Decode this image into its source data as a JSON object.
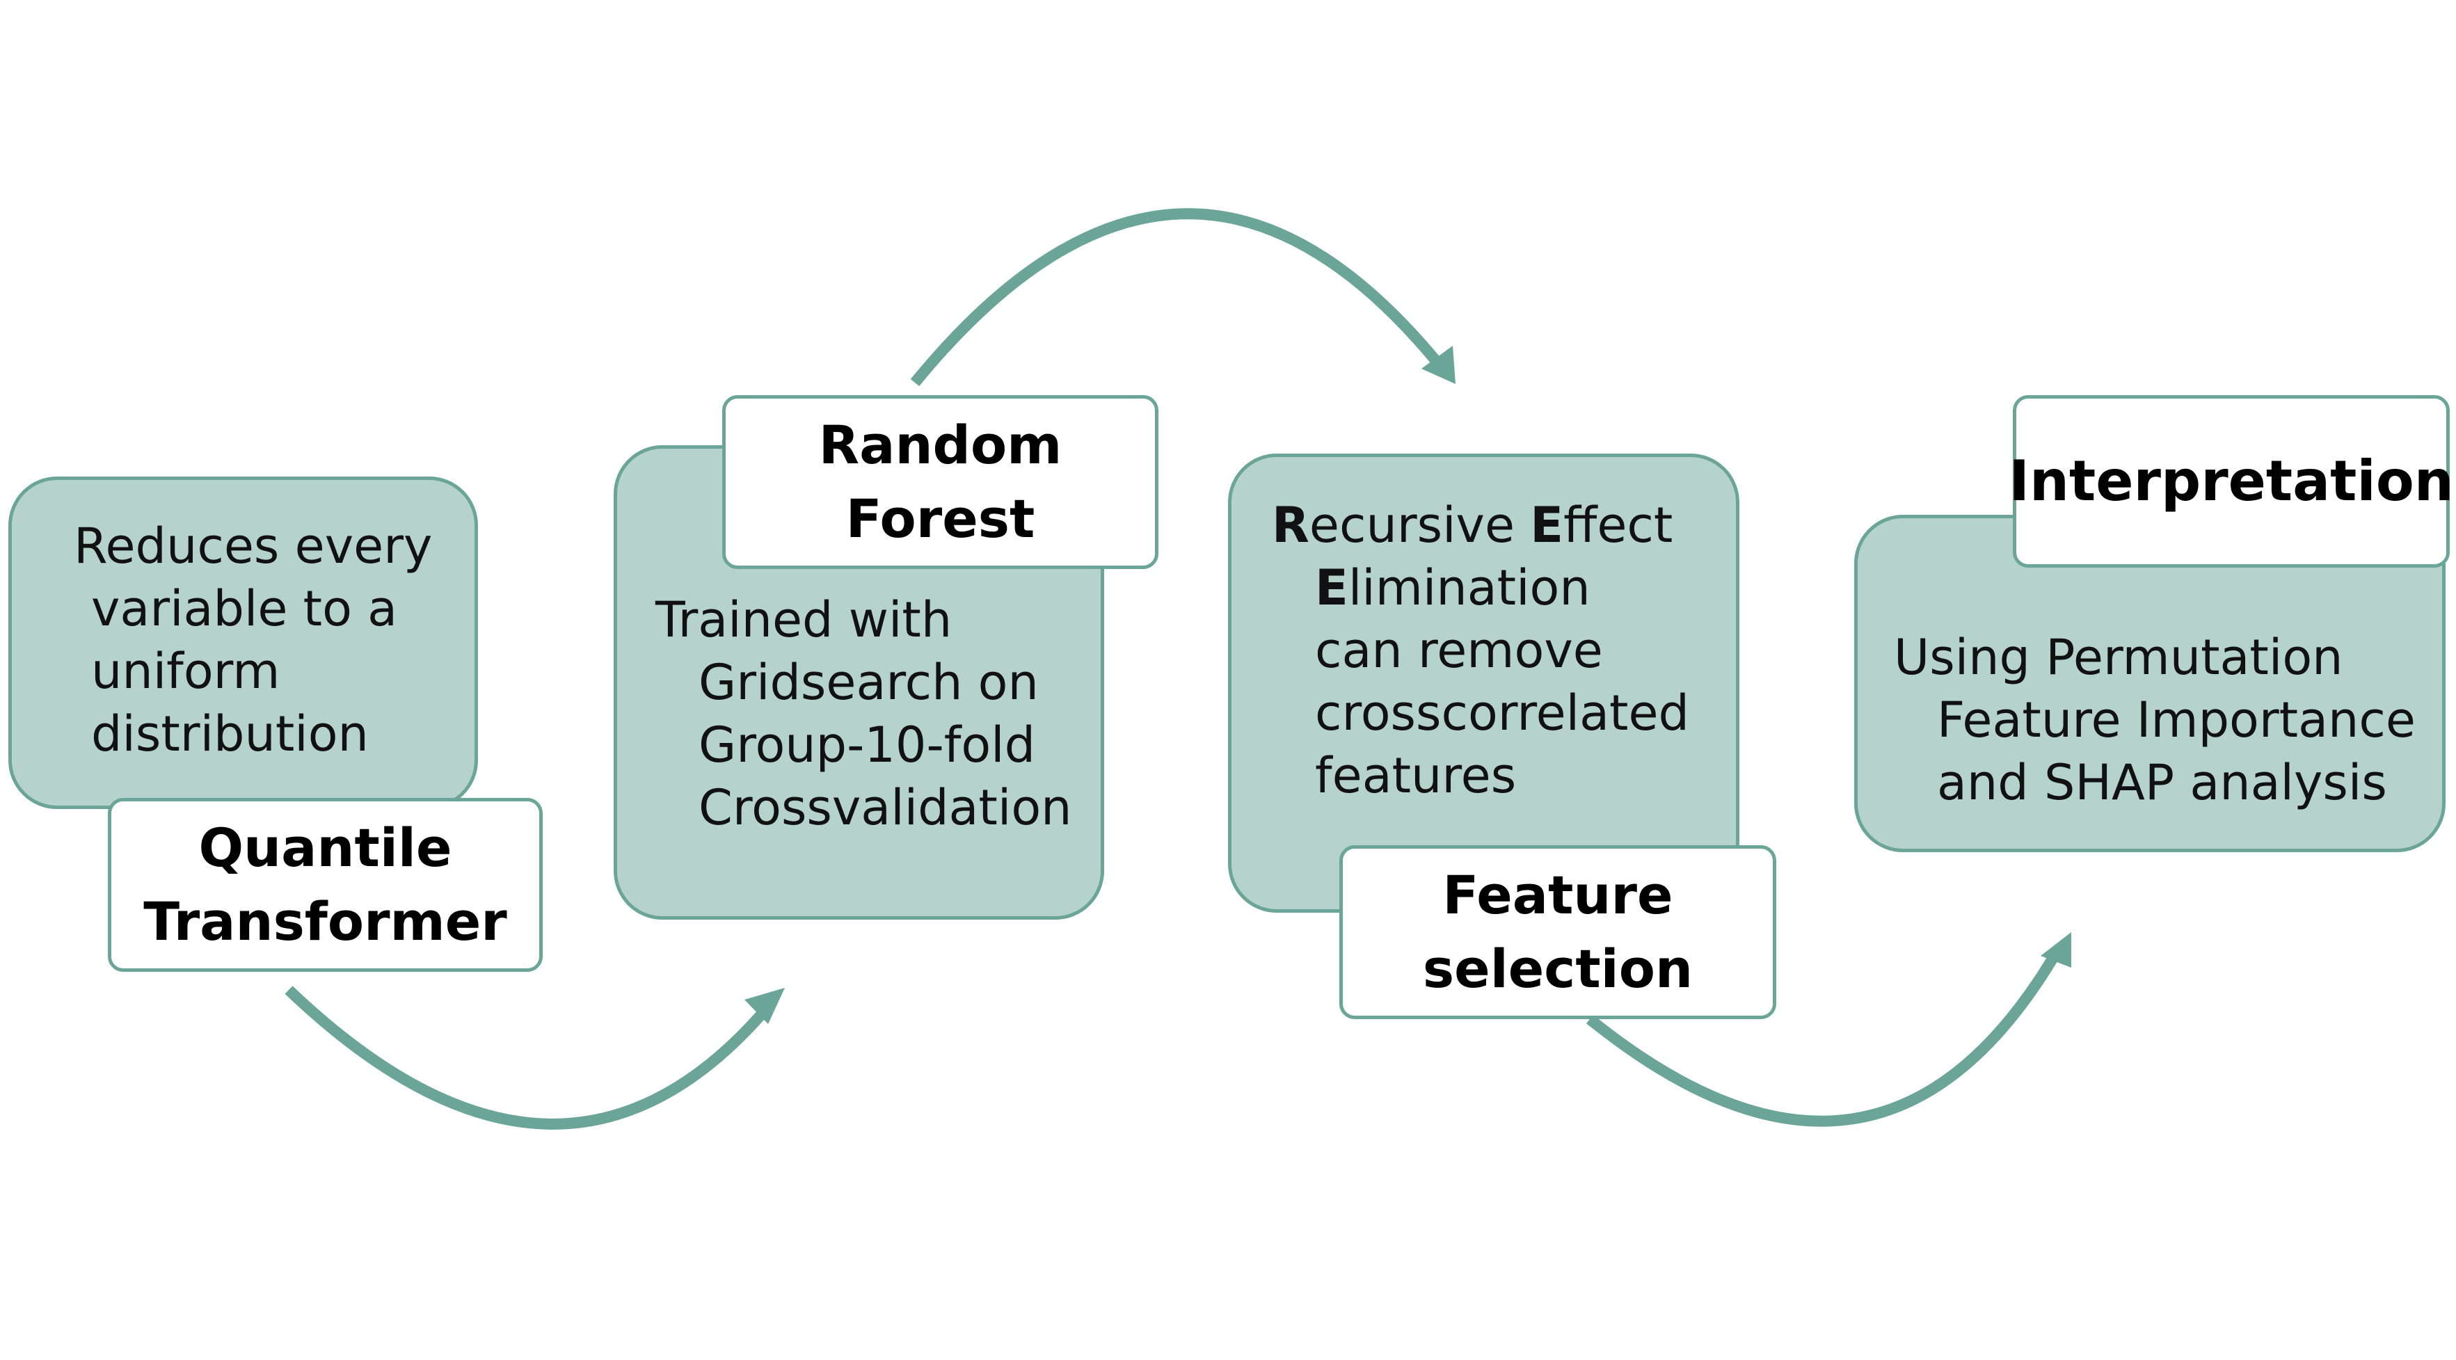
{
  "steps": [
    {
      "title_lines": [
        "Quantile",
        "Transformer"
      ],
      "desc_lines": [
        "Reduces every",
        "variable to a",
        "uniform",
        "distribution"
      ]
    },
    {
      "title_lines": [
        "Random",
        "Forest"
      ],
      "desc_lines": [
        "Trained with",
        "Gridsearch on",
        "Group-10-fold",
        "Crossvalidation"
      ]
    },
    {
      "title_lines": [
        "Feature",
        "selection"
      ],
      "desc_parts": {
        "r_initial": "R",
        "r_rest": "ecursive ",
        "e_initial": "E",
        "e_rest": "ffect",
        "e2_initial": "E",
        "e2_rest": "limination",
        "line3": "can  remove",
        "line4": "crosscorrelated",
        "line5": "features"
      }
    },
    {
      "title_lines": [
        "Interpretation"
      ],
      "desc_lines": [
        "Using  Permutation",
        "Feature Importance",
        "and SHAP analysis"
      ]
    }
  ],
  "colors": {
    "box_fill": "#b5d3cc",
    "box_border": "#6aa597",
    "arrow": "#6aa597"
  }
}
